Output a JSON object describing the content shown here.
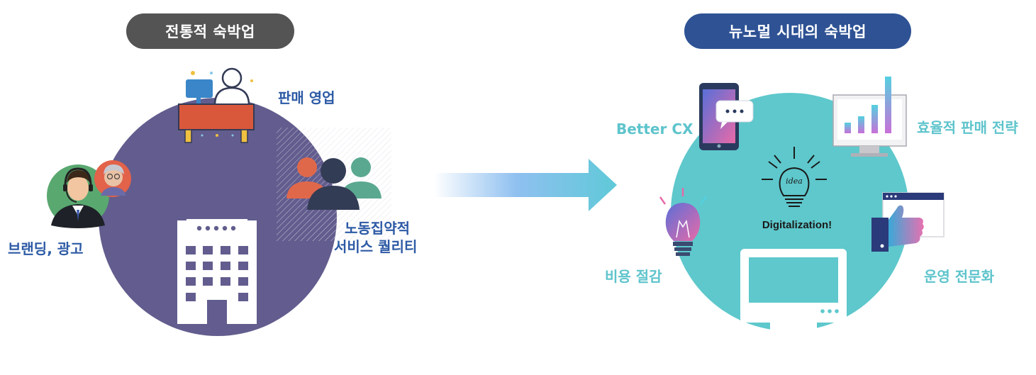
{
  "left": {
    "title": "전통적 숙박업",
    "labels": {
      "sales": "판매 영업",
      "branding": "브랜딩, 광고",
      "labor_line1": "노동집약적",
      "labor_line2": "서비스 퀄리티"
    },
    "colors": {
      "pill": "#545454",
      "circle": "#625d8e",
      "text": "#2d5aa5"
    }
  },
  "right": {
    "title": "뉴노멀 시대의 숙박업",
    "center_text": "Digitalization!",
    "bulb_text": "idea",
    "labels": {
      "cx": "Better CX",
      "strategy": "효율적 판매 전략",
      "cost": "비용 절감",
      "ops": "운영 전문화"
    },
    "colors": {
      "pill": "#2e5294",
      "circle": "#5ec8cc",
      "text": "#5ec4cc"
    }
  },
  "arrow": {
    "colors": {
      "start": "#ffffff",
      "end": "#5fc9d8"
    }
  },
  "icons": [
    "sales-desk-icon",
    "headset-agent-icon",
    "elderly-guest-icon",
    "hotel-building-icon",
    "people-group-icon",
    "tablet-chat-icon",
    "bar-chart-monitor-icon",
    "idea-bulb-icon",
    "lightbulb-icon",
    "thumbs-up-icon",
    "monitor-icon"
  ]
}
